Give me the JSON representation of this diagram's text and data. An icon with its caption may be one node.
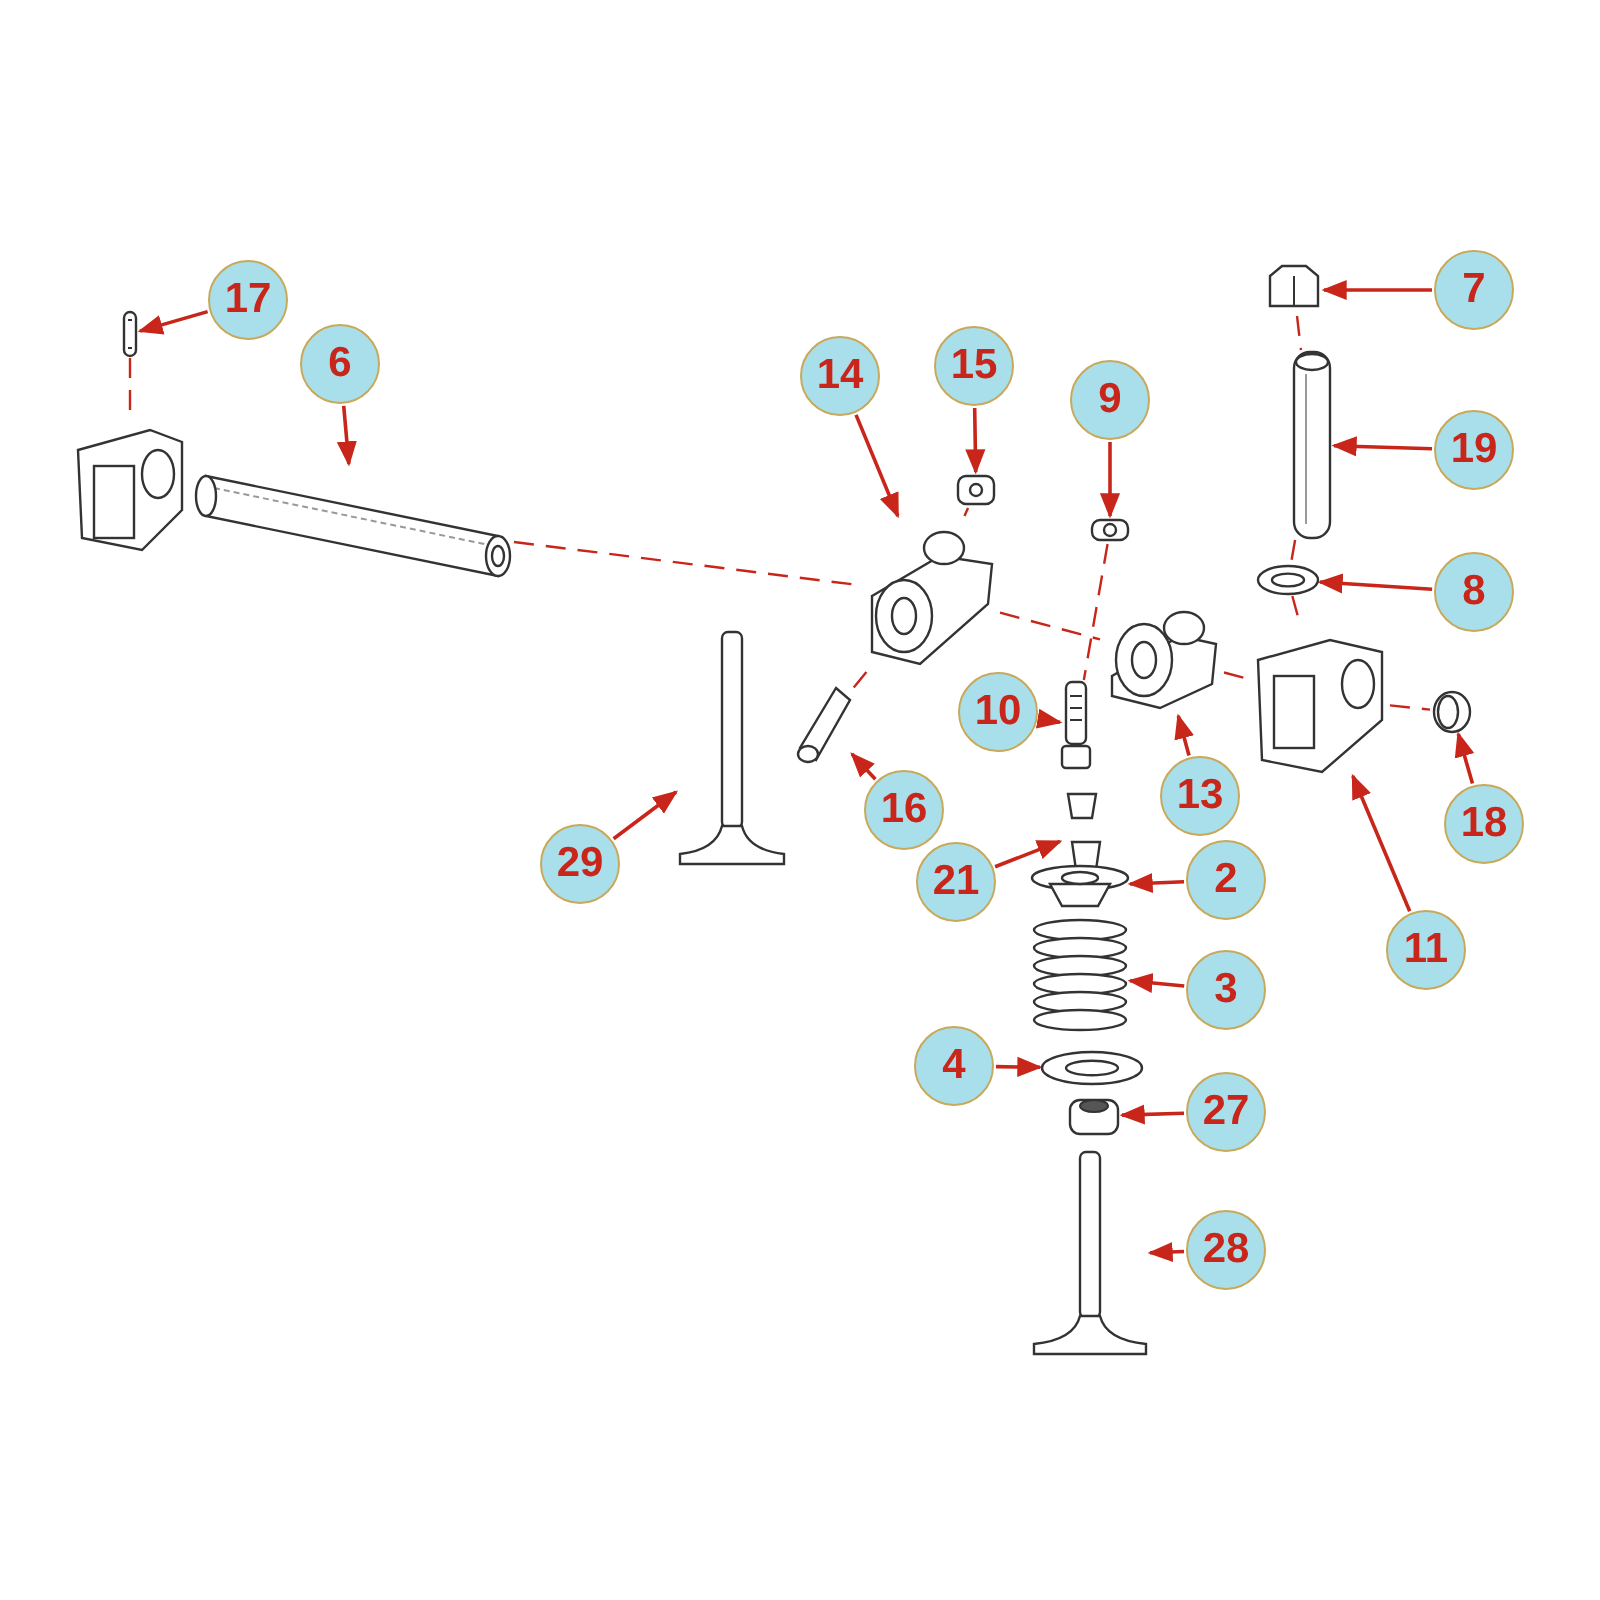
{
  "diagram": {
    "nodes": [
      {
        "text": [
          "17"
        ]
      },
      {
        "text": [
          "6"
        ]
      },
      {
        "text": [
          "14"
        ]
      },
      {
        "text": [
          "15"
        ]
      },
      {
        "text": [
          "9"
        ]
      },
      {
        "text": [
          "7"
        ]
      },
      {
        "text": [
          "19"
        ]
      },
      {
        "text": [
          "8"
        ]
      },
      {
        "text": [
          "10"
        ]
      },
      {
        "text": [
          "16"
        ]
      },
      {
        "text": [
          "13"
        ]
      },
      {
        "text": [
          "29"
        ]
      },
      {
        "text": [
          "18"
        ]
      },
      {
        "text": [
          "11"
        ]
      },
      {
        "text": [
          "21"
        ]
      },
      {
        "text": [
          "2"
        ]
      },
      {
        "text": [
          "3"
        ]
      },
      {
        "text": [
          "4"
        ]
      },
      {
        "text": [
          "27"
        ]
      },
      {
        "text": [
          "28"
        ]
      },
      {
        "text": [],
        "shape": "picture"
      },
      {
        "text": [],
        "shape": "picture"
      },
      {
        "text": [],
        "shape": "picture"
      },
      {
        "text": [],
        "shape": "picture"
      },
      {
        "text": [],
        "shape": "picture"
      },
      {
        "text": [],
        "shape": "picture"
      },
      {
        "text": [],
        "shape": "picture"
      },
      {
        "text": [],
        "shape": "picture"
      },
      {
        "text": [],
        "shape": "picture"
      },
      {
        "text": [],
        "shape": "picture"
      },
      {
        "text": [],
        "shape": "picture"
      },
      {
        "text": [],
        "shape": "picture"
      },
      {
        "text": [],
        "shape": "picture"
      },
      {
        "text": [],
        "shape": "picture"
      },
      {
        "text": [],
        "shape": "picture"
      },
      {
        "text": [],
        "shape": "picture"
      },
      {
        "text": [],
        "shape": "picture"
      },
      {
        "text": [],
        "shape": "picture"
      },
      {
        "text": [],
        "shape": "picture"
      },
      {
        "text": [],
        "shape": "picture"
      },
      {
        "text": [],
        "shape": "picture"
      }
    ],
    "edges": [
      {
        "from": 0,
        "to": 20,
        "arrow": "to"
      },
      {
        "from": 1,
        "to": 21,
        "arrow": "to"
      },
      {
        "from": 2,
        "to": 22,
        "arrow": "to"
      },
      {
        "from": 3,
        "to": 23,
        "arrow": "to"
      },
      {
        "from": 4,
        "to": 24,
        "arrow": "to"
      },
      {
        "from": 5,
        "to": 25,
        "arrow": "to"
      },
      {
        "from": 6,
        "to": 26,
        "arrow": "to"
      },
      {
        "from": 7,
        "to": 27,
        "arrow": "to"
      },
      {
        "from": 8,
        "to": 28,
        "arrow": "to"
      },
      {
        "from": 9,
        "to": 29,
        "arrow": "to"
      },
      {
        "from": 10,
        "to": 30,
        "arrow": "to"
      },
      {
        "from": 11,
        "to": 31,
        "arrow": "to"
      },
      {
        "from": 12,
        "to": 32,
        "arrow": "to"
      },
      {
        "from": 13,
        "to": 33,
        "arrow": "to"
      },
      {
        "from": 14,
        "to": 34,
        "arrow": "to"
      },
      {
        "from": 15,
        "to": 35,
        "arrow": "to"
      },
      {
        "from": 16,
        "to": 36,
        "arrow": "to"
      },
      {
        "from": 17,
        "to": 37,
        "arrow": "to"
      },
      {
        "from": 18,
        "to": 38,
        "arrow": "to"
      },
      {
        "from": 19,
        "to": 39,
        "arrow": "to"
      },
      {
        "from": 20,
        "to": 40,
        "arrow": "none",
        "style": "dashed"
      },
      {
        "from": 21,
        "to": 22,
        "arrow": "none",
        "style": "dashed"
      },
      {
        "from": 22,
        "to": 30,
        "arrow": "none",
        "style": "dashed"
      },
      {
        "from": 30,
        "to": 33,
        "arrow": "none",
        "style": "dashed"
      },
      {
        "from": 33,
        "to": 32,
        "arrow": "none",
        "style": "dashed"
      },
      {
        "from": 23,
        "to": 22,
        "arrow": "none",
        "style": "dashed"
      },
      {
        "from": 22,
        "to": 29,
        "arrow": "none",
        "style": "dashed"
      },
      {
        "from": 24,
        "to": 28,
        "arrow": "none",
        "style": "dashed"
      },
      {
        "from": 25,
        "to": 26,
        "arrow": "none",
        "style": "dashed"
      },
      {
        "from": 26,
        "to": 27,
        "arrow": "none",
        "style": "dashed"
      },
      {
        "from": 27,
        "to": 33,
        "arrow": "none",
        "style": "dashed"
      }
    ]
  }
}
